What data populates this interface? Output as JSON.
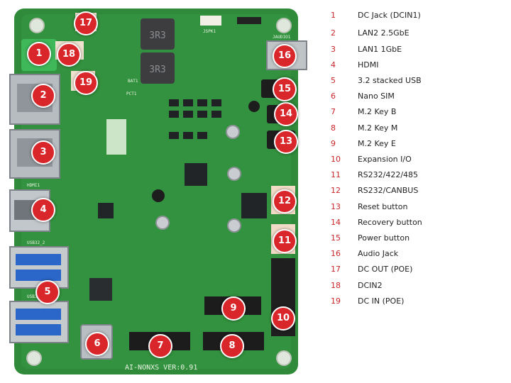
{
  "board": {
    "silkscreen_name": "AI-NONXS VER:0.91",
    "connector_labels": {
      "hdmi1": "HDMI1",
      "usb32_2": "USB32_2",
      "usb32": "USB32",
      "jspk1": "JSPK1",
      "jaudio1": "JAUDIO1",
      "bat1": "BAT1",
      "pct1": "PCT1"
    },
    "inductor_marking": "3R3"
  },
  "legend": [
    {
      "num": "1",
      "label": "DC Jack (DCIN1)"
    },
    {
      "num": "2",
      "label": "LAN2 2.5GbE"
    },
    {
      "num": "3",
      "label": "LAN1 1GbE"
    },
    {
      "num": "4",
      "label": "HDMI"
    },
    {
      "num": "5",
      "label": "3.2 stacked USB"
    },
    {
      "num": "6",
      "label": "Nano SIM"
    },
    {
      "num": "7",
      "label": "M.2 Key B"
    },
    {
      "num": "8",
      "label": "M.2 Key M"
    },
    {
      "num": "9",
      "label": "M.2 Key E"
    },
    {
      "num": "10",
      "label": "Expansion I/O"
    },
    {
      "num": "11",
      "label": "RS232/422/485"
    },
    {
      "num": "12",
      "label": "RS232/CANBUS"
    },
    {
      "num": "13",
      "label": "Reset button"
    },
    {
      "num": "14",
      "label": "Recovery button"
    },
    {
      "num": "15",
      "label": "Power button"
    },
    {
      "num": "16",
      "label": "Audio Jack"
    },
    {
      "num": "17",
      "label": "DC OUT (POE)"
    },
    {
      "num": "18",
      "label": "DCIN2"
    },
    {
      "num": "19",
      "label": "DC IN (POE)"
    }
  ],
  "colors": {
    "pcb": "#2f8a3a",
    "pcb_dark": "#1f6a2a",
    "callout": "#d9262b",
    "legend_number": "#c8262b"
  }
}
